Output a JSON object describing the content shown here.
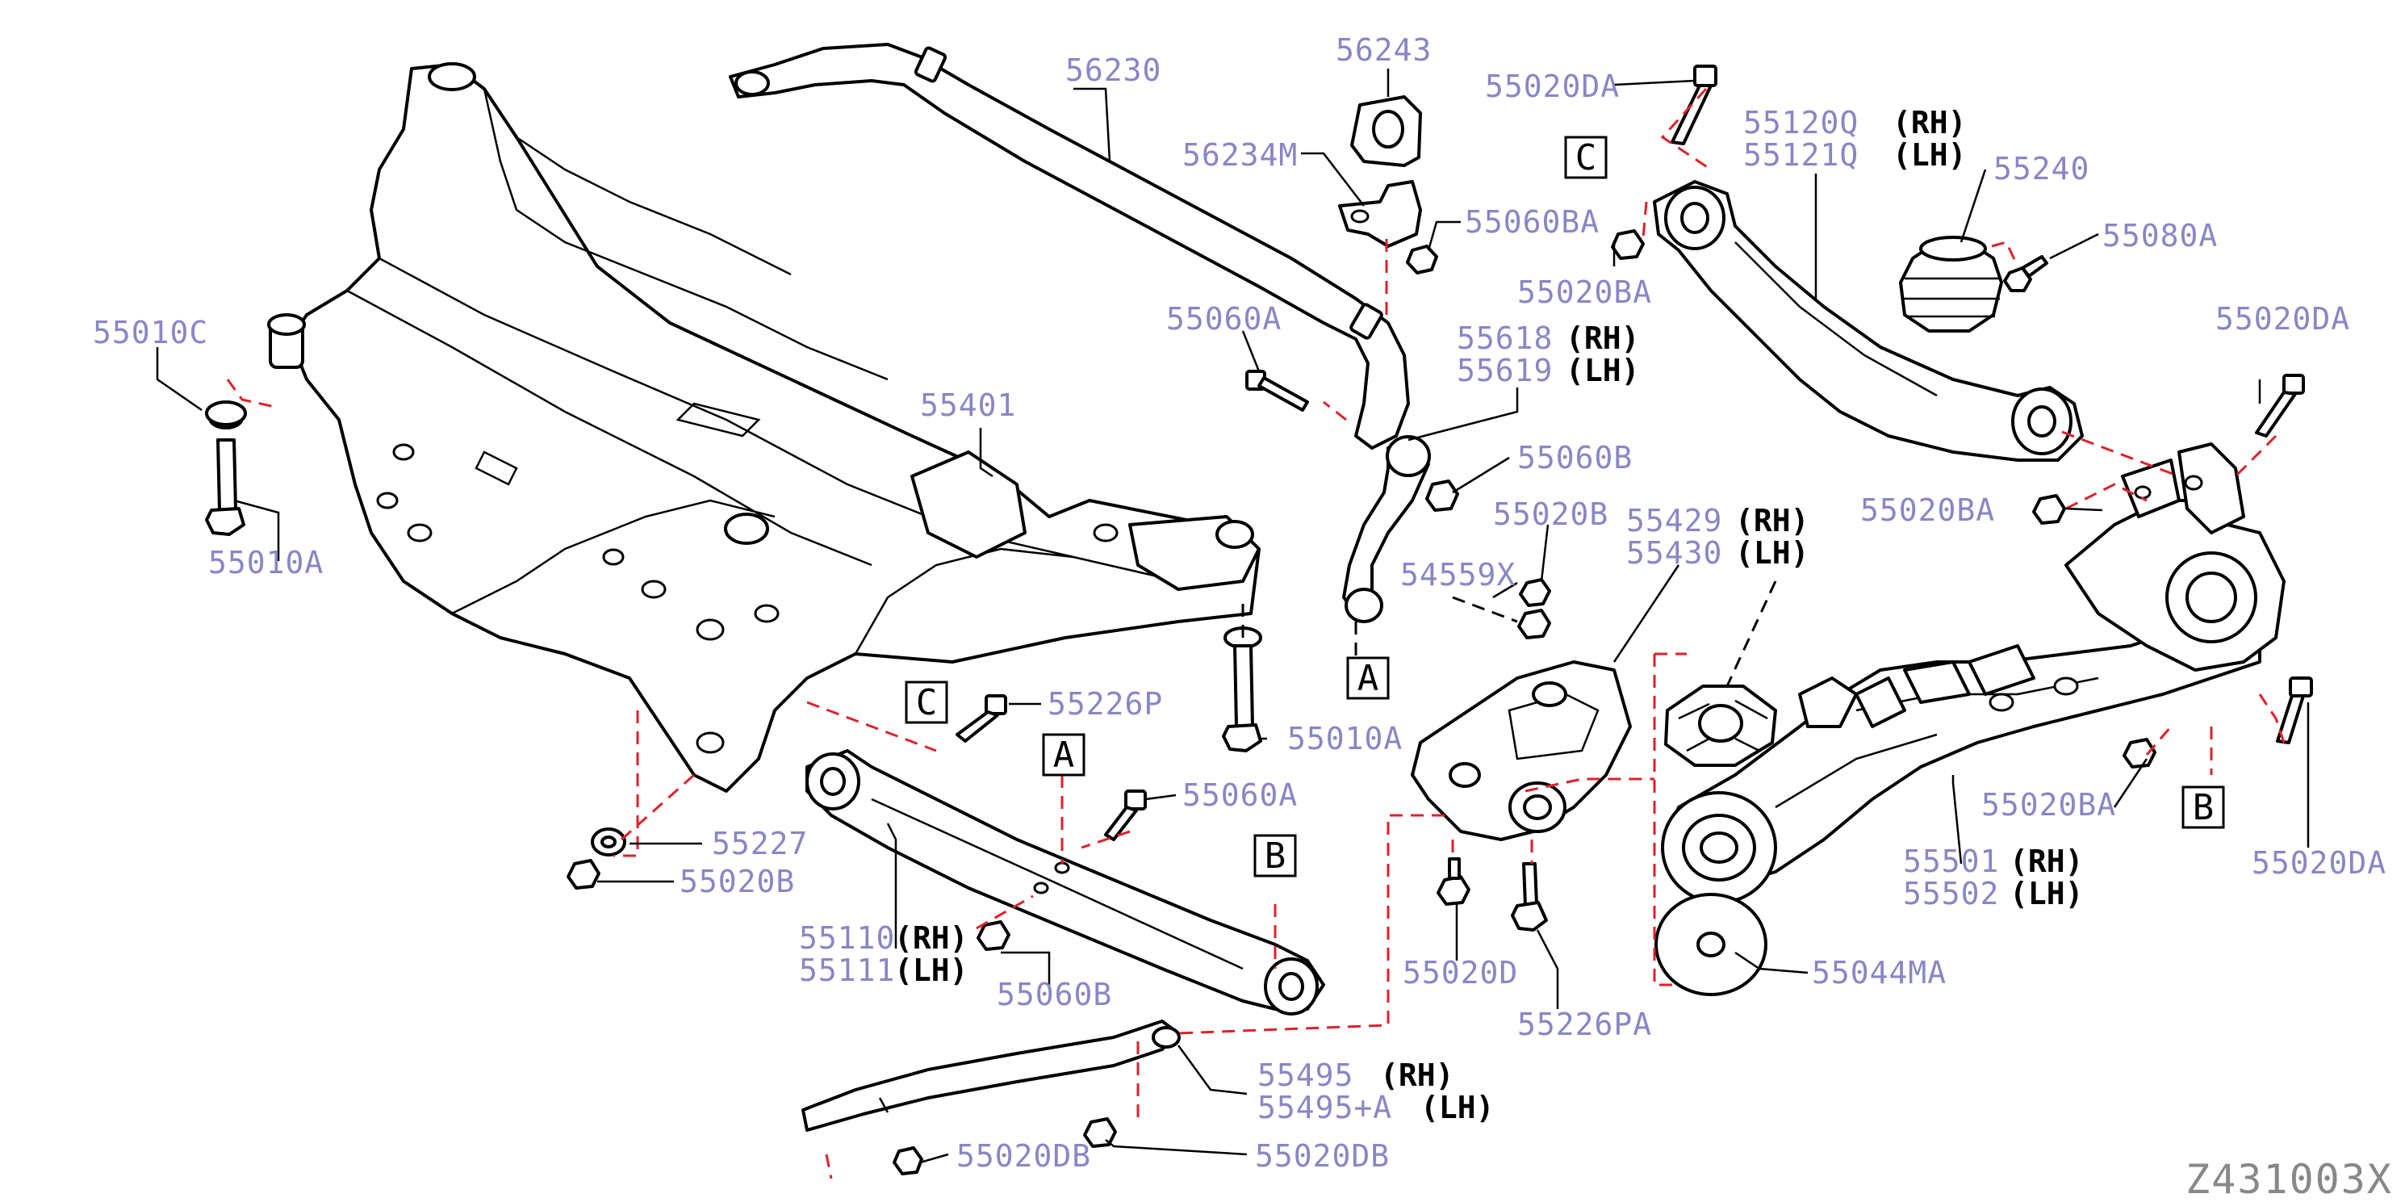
{
  "diagram": {
    "reference_code": "Z431003X",
    "colors": {
      "label": "#8a86c4",
      "leader": "#000000",
      "dashed_link": "#e0202a",
      "outline": "#000000"
    },
    "callouts": [
      {
        "id": "c56230",
        "text": "56230"
      },
      {
        "id": "c56243",
        "text": "56243"
      },
      {
        "id": "c56234m",
        "text": "56234M"
      },
      {
        "id": "c55060ba",
        "text": "55060BA"
      },
      {
        "id": "c55020da_top",
        "text": "55020DA"
      },
      {
        "id": "c55120q",
        "text": "55120Q",
        "suffix": "(RH)"
      },
      {
        "id": "c55121q",
        "text": "55121Q",
        "suffix": "(LH)"
      },
      {
        "id": "c55240",
        "text": "55240"
      },
      {
        "id": "c55080a",
        "text": "55080A"
      },
      {
        "id": "c55020ba_top",
        "text": "55020BA"
      },
      {
        "id": "c55010c",
        "text": "55010C"
      },
      {
        "id": "c55010a_left",
        "text": "55010A"
      },
      {
        "id": "c55060a_top",
        "text": "55060A"
      },
      {
        "id": "c55618",
        "text": "55618",
        "suffix": "(RH)"
      },
      {
        "id": "c55619",
        "text": "55619",
        "suffix": "(LH)"
      },
      {
        "id": "c55401",
        "text": "55401"
      },
      {
        "id": "c55060b_top",
        "text": "55060B"
      },
      {
        "id": "c55020da_right",
        "text": "55020DA"
      },
      {
        "id": "c55020b_mid",
        "text": "55020B"
      },
      {
        "id": "c55429",
        "text": "55429",
        "suffix": "(RH)"
      },
      {
        "id": "c55430",
        "text": "55430",
        "suffix": "(LH)"
      },
      {
        "id": "c55020ba_right",
        "text": "55020BA"
      },
      {
        "id": "c54559x",
        "text": "54559X"
      },
      {
        "id": "c55010a_mid",
        "text": "55010A"
      },
      {
        "id": "c55226p",
        "text": "55226P"
      },
      {
        "id": "c55060a_mid",
        "text": "55060A"
      },
      {
        "id": "c55227",
        "text": "55227"
      },
      {
        "id": "c55020b_left",
        "text": "55020B"
      },
      {
        "id": "c55110",
        "text": "55110",
        "suffix": "(RH)"
      },
      {
        "id": "c55111",
        "text": "55111",
        "suffix": "(LH)"
      },
      {
        "id": "c55060b_bot",
        "text": "55060B"
      },
      {
        "id": "c55020d",
        "text": "55020D"
      },
      {
        "id": "c55226pa",
        "text": "55226PA"
      },
      {
        "id": "c55044ma",
        "text": "55044MA"
      },
      {
        "id": "c55020ba_low",
        "text": "55020BA"
      },
      {
        "id": "c55501",
        "text": "55501",
        "suffix": "(RH)"
      },
      {
        "id": "c55502",
        "text": "55502",
        "suffix": "(LH)"
      },
      {
        "id": "c55020da_low",
        "text": "55020DA"
      },
      {
        "id": "c55495",
        "text": "55495",
        "suffix": "(RH)"
      },
      {
        "id": "c55495a",
        "text": "55495+A",
        "suffix": "(LH)"
      },
      {
        "id": "c55020db_left",
        "text": "55020DB"
      },
      {
        "id": "c55020db_right",
        "text": "55020DB"
      }
    ],
    "reference_boxes": [
      {
        "id": "box_c_top",
        "letter": "C"
      },
      {
        "id": "box_c_mid",
        "letter": "C"
      },
      {
        "id": "box_a_mid",
        "letter": "A"
      },
      {
        "id": "box_a_low",
        "letter": "A"
      },
      {
        "id": "box_b_low",
        "letter": "B"
      },
      {
        "id": "box_b_right",
        "letter": "B"
      }
    ]
  }
}
